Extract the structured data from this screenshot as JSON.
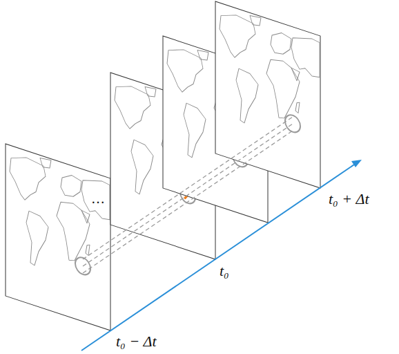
{
  "diagram": {
    "labels": [
      "t₀ − Δt",
      "t₀",
      "t₀ + Δt",
      "…"
    ]
  }
}
